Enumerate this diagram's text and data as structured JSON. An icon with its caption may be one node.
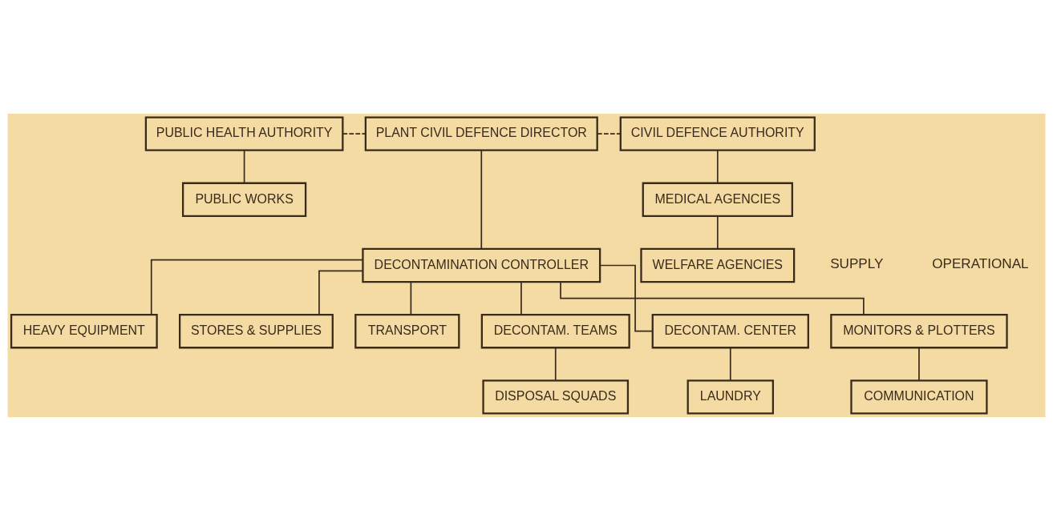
{
  "diagram": {
    "nodes": [
      {
        "text": [
          "PUBLIC HEALTH AUTHORITY"
        ]
      },
      {
        "text": [
          "PLANT CIVIL DEFENCE DIRECTOR"
        ]
      },
      {
        "text": [
          "CIVIL DEFENCE AUTHORITY"
        ]
      },
      {
        "text": [
          "PUBLIC WORKS"
        ]
      },
      {
        "text": [
          "MEDICAL AGENCIES"
        ]
      },
      {
        "text": [
          "WELFARE AGENCIES"
        ]
      },
      {
        "text": [
          "DECONTAMINATION CONTROLLER"
        ]
      },
      {
        "text": [
          "HEAVY EQUIPMENT"
        ]
      },
      {
        "text": [
          "STORES & SUPPLIES"
        ]
      },
      {
        "text": [
          "TRANSPORT"
        ]
      },
      {
        "text": [
          "DECONTAM. TEAMS"
        ]
      },
      {
        "text": [
          "DECONTAM. CENTER"
        ]
      },
      {
        "text": [
          "MONITORS & PLOTTERS"
        ]
      },
      {
        "text": [
          "DISPOSAL SQUADS"
        ]
      },
      {
        "text": [
          "LAUNDRY"
        ]
      },
      {
        "text": [
          "COMMUNICATION"
        ]
      }
    ],
    "edges": [
      {
        "from": 0,
        "to": 1,
        "arrow": "none",
        "style": "dashed"
      },
      {
        "from": 1,
        "to": 2,
        "arrow": "none",
        "style": "dashed"
      },
      {
        "from": 0,
        "to": 3,
        "arrow": "none"
      },
      {
        "from": 2,
        "to": 4,
        "arrow": "none"
      },
      {
        "from": 4,
        "to": 5,
        "arrow": "none"
      },
      {
        "from": 1,
        "to": 6,
        "arrow": "none"
      },
      {
        "from": 6,
        "to": 7,
        "arrow": "none"
      },
      {
        "from": 6,
        "to": 8,
        "arrow": "none"
      },
      {
        "from": 6,
        "to": 9,
        "arrow": "none"
      },
      {
        "from": 6,
        "to": 10,
        "arrow": "none"
      },
      {
        "from": 6,
        "to": 11,
        "arrow": "none"
      },
      {
        "from": 6,
        "to": 12,
        "arrow": "none"
      },
      {
        "from": 10,
        "to": 13,
        "arrow": "none"
      },
      {
        "from": 11,
        "to": 14,
        "arrow": "none"
      },
      {
        "from": 12,
        "to": 15,
        "arrow": "none"
      }
    ],
    "labels": [
      "SUPPLY",
      "OPERATIONAL"
    ]
  }
}
